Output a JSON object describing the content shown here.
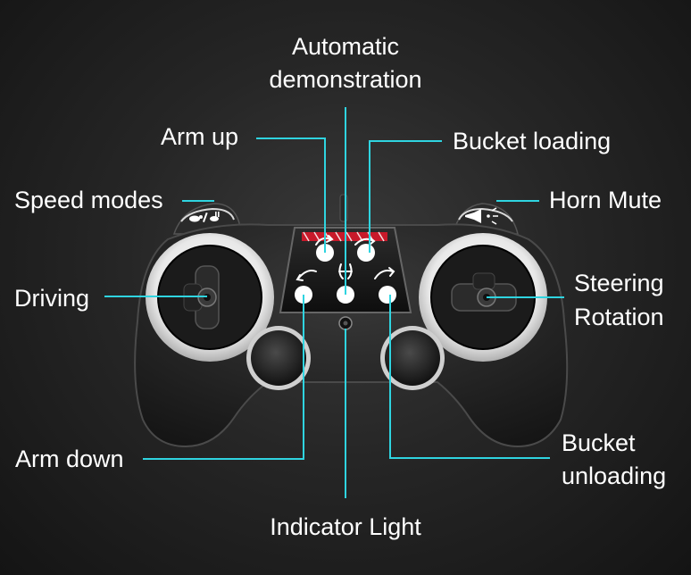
{
  "labels": {
    "automatic_demo_line1": "Automatic",
    "automatic_demo_line2": "demonstration",
    "arm_up": "Arm up",
    "bucket_loading": "Bucket loading",
    "speed_modes": "Speed modes",
    "horn_mute": "Horn Mute",
    "driving": "Driving",
    "steering_line1": "Steering",
    "steering_line2": "Rotation",
    "arm_down": "Arm down",
    "bucket_unloading_line1": "Bucket",
    "bucket_unloading_line2": "unloading",
    "indicator_light": "Indicator Light"
  },
  "icons": {
    "speed_modes_shoulder": "turtle-rabbit-icon",
    "horn_mute_shoulder": "horn-icon",
    "arm_up_button": "arm-up-icon",
    "bucket_loading_button": "bucket-load-icon",
    "arm_down_button": "arm-down-icon",
    "auto_demo_button": "auto-demo-icon",
    "bucket_unloading_button": "bucket-unload-icon"
  },
  "colors": {
    "leader_line": "#2fd4e0",
    "controller_body": "#1f1f1f",
    "stick_ring": "#f2f2f2",
    "indicator_strip": "#c8192a"
  }
}
